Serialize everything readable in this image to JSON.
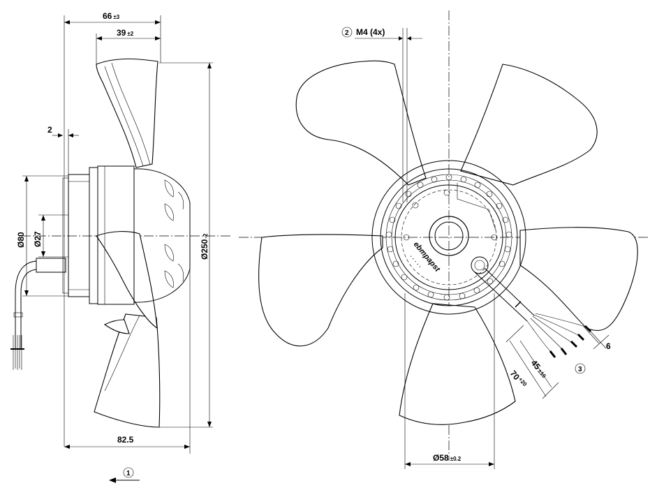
{
  "side_view": {
    "dim_width_total": "66",
    "dim_width_total_tol": "±3",
    "dim_blade_width": "39",
    "dim_blade_width_tol": "±2",
    "dim_offset": "2",
    "dim_dia_80": "Ø80",
    "dim_dia_27": "Ø27",
    "dim_dia_250": "Ø250",
    "dim_dia_250_tol": "-2",
    "dim_length": "82.5",
    "airflow_callout": "1"
  },
  "front_view": {
    "thread_callout_num": "2",
    "thread_label": "M4 (4x)",
    "brand_text": "ebmpapst",
    "dim_dia_58": "Ø58",
    "dim_dia_58_tol": "±0.2",
    "dim_cable_70": "70",
    "dim_cable_70_tol": "+20",
    "dim_cable_45": "45",
    "dim_cable_45_tol": "±10",
    "dim_strip": "6",
    "cable_callout": "3"
  }
}
